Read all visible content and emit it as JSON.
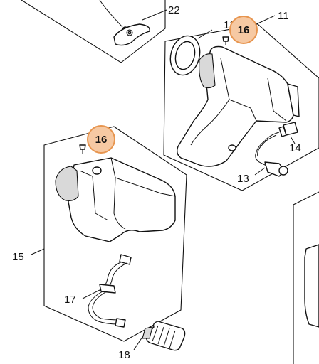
{
  "diagram": {
    "callouts": [
      {
        "id": "c22",
        "text": "22",
        "highlighted": false
      },
      {
        "id": "c12",
        "text": "12",
        "highlighted": false
      },
      {
        "id": "c11",
        "text": "11",
        "highlighted": false
      },
      {
        "id": "c16a",
        "text": "16",
        "highlighted": true
      },
      {
        "id": "c16b",
        "text": "16",
        "highlighted": true
      },
      {
        "id": "c14",
        "text": "14",
        "highlighted": false
      },
      {
        "id": "c13",
        "text": "13",
        "highlighted": false
      },
      {
        "id": "c15",
        "text": "15",
        "highlighted": false
      },
      {
        "id": "c17",
        "text": "17",
        "highlighted": false
      },
      {
        "id": "c18",
        "text": "18",
        "highlighted": false
      }
    ],
    "colors": {
      "highlight_fill": "#f6c9a3",
      "highlight_stroke": "#e7954f",
      "line": "#111111",
      "background": "#ffffff"
    }
  }
}
